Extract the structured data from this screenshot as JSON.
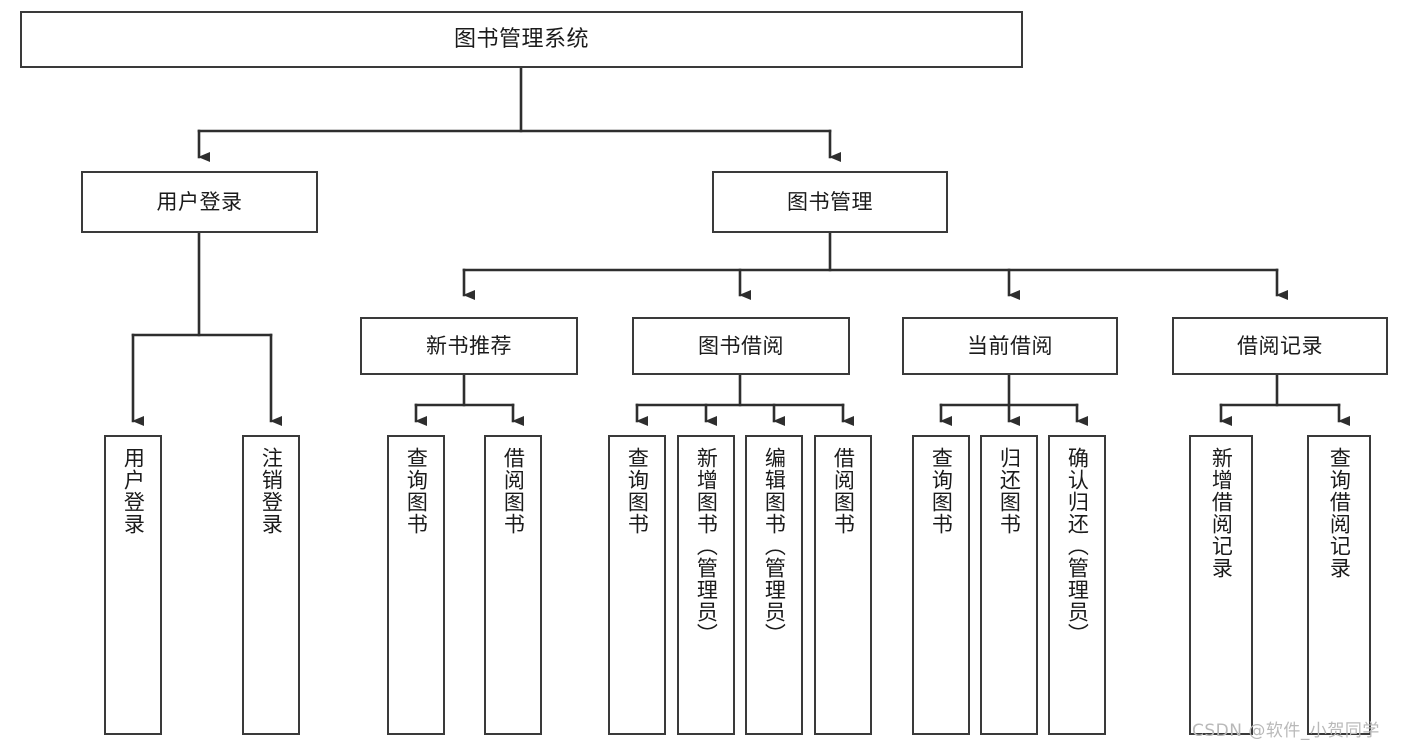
{
  "diagram": {
    "type": "tree",
    "title": "图书管理系统",
    "orientation": "top-down",
    "colors": {
      "box_border": "#3a3a3a",
      "box_fill": "#ffffff",
      "connector": "#2e2e2e",
      "text": "#1b1b1b",
      "watermark": "#b9b9b9",
      "background": "#ffffff"
    },
    "root": {
      "label": "图书管理系统"
    },
    "level2": [
      {
        "label": "用户登录"
      },
      {
        "label": "图书管理"
      }
    ],
    "level3": [
      {
        "label": "新书推荐"
      },
      {
        "label": "图书借阅"
      },
      {
        "label": "当前借阅"
      },
      {
        "label": "借阅记录"
      }
    ],
    "leaves": {
      "user_login": [
        {
          "label": "用户登录"
        },
        {
          "label": "注销登录"
        }
      ],
      "new_book_recommend": [
        {
          "label": "查询图书"
        },
        {
          "label": "借阅图书"
        }
      ],
      "book_borrow": [
        {
          "label": "查询图书"
        },
        {
          "label": "新增图书（管理员）"
        },
        {
          "label": "编辑图书（管理员）"
        },
        {
          "label": "借阅图书"
        }
      ],
      "current_borrow": [
        {
          "label": "查询图书"
        },
        {
          "label": "归还图书"
        },
        {
          "label": "确认归还（管理员）"
        }
      ],
      "borrow_record": [
        {
          "label": "新增借阅记录"
        },
        {
          "label": "查询借阅记录"
        }
      ]
    }
  },
  "watermark": {
    "text": "CSDN @软件_小贺同学"
  }
}
